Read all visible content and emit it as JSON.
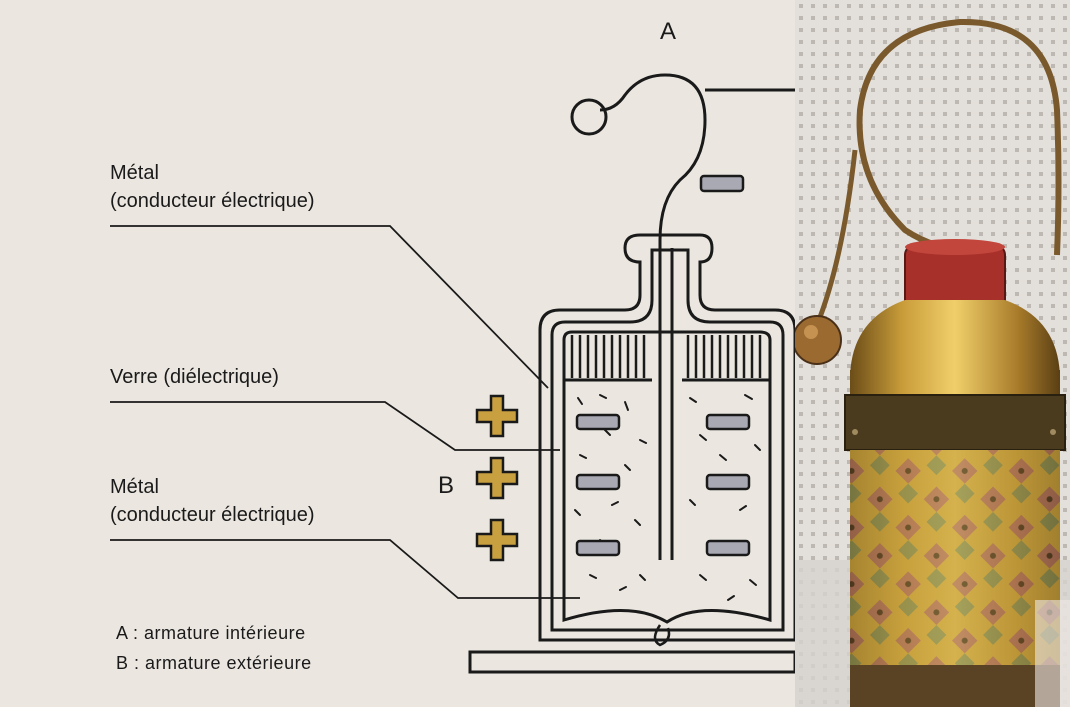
{
  "labels": {
    "metal_top_line1": "Métal",
    "metal_top_line2": "(conducteur électrique)",
    "glass": "Verre (diélectrique)",
    "metal_bottom_line1": "Métal",
    "metal_bottom_line2": "(conducteur électrique)",
    "marker_a": "A",
    "marker_b": "B",
    "legend_a": "A : armature intérieure",
    "legend_b": "B : armature extérieure"
  },
  "symbols": {
    "positive": "plus",
    "negative": "minus"
  },
  "colors": {
    "background": "#ebe7e0",
    "plus_fill": "#c9a040",
    "minus_fill": "#a8a9b2",
    "line": "#1a1a1a"
  },
  "photo": {
    "subject": "leyden-jar-photo"
  }
}
